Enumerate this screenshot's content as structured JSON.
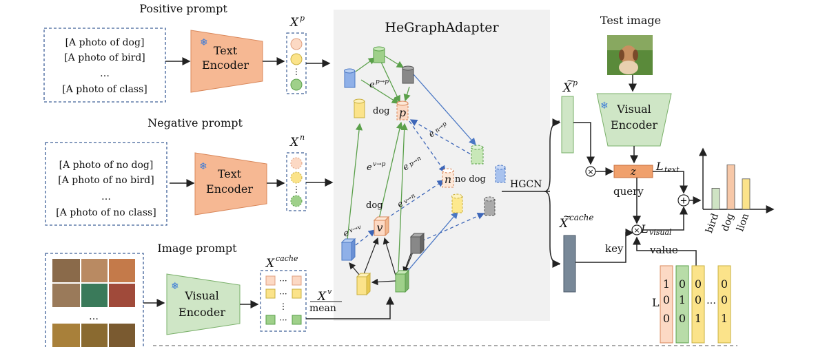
{
  "left_panel": {
    "positive": {
      "title": "Positive prompt",
      "lines": [
        "[A photo of dog]",
        "[A photo of bird]",
        "…",
        "[A photo of class]"
      ],
      "encoder": [
        "Text",
        "Encoder"
      ],
      "feature_label": "X",
      "feature_sup": "p"
    },
    "negative": {
      "title": "Negative prompt",
      "lines": [
        "[A photo of no dog]",
        "[A photo of no bird]",
        "…",
        "[A photo of no class]"
      ],
      "encoder": [
        "Text",
        "Encoder"
      ],
      "feature_label": "X",
      "feature_sup": "n"
    },
    "image": {
      "title": "Image prompt",
      "ellipsis": "…",
      "encoder": [
        "Visual",
        "Encoder"
      ],
      "feature_label": "X",
      "feature_sup": "cache",
      "xv_label": "X",
      "xv_sup": "v",
      "mean_label": "mean"
    }
  },
  "graph": {
    "title": "HeGraphAdapter",
    "nodes": {
      "p": "p",
      "n": "n",
      "v": "v"
    },
    "node_text": {
      "dog_p": "dog",
      "no_dog": "no dog",
      "dog_v": "dog"
    },
    "edges": {
      "e_p_p": {
        "base": "e",
        "sup": "p→p"
      },
      "e_n_p": {
        "base": "e",
        "sup": "n→p"
      },
      "e_v_p": {
        "base": "e",
        "sup": "v→p"
      },
      "e_p_n": {
        "base": "e",
        "sup": "p→n"
      },
      "e_v_n": {
        "base": "e",
        "sup": "v→n"
      },
      "e_v_v": {
        "base": "e",
        "sup": "v→v"
      }
    }
  },
  "right_panel": {
    "hgcn": "HGCN",
    "test_image_title": "Test image",
    "visual_encoder": [
      "Visual",
      "Encoder"
    ],
    "xp_tilde": {
      "base": "X",
      "sup": "p"
    },
    "xcache_tilde": {
      "base": "X",
      "sup": "cache"
    },
    "z": "z",
    "l_text": {
      "base": "L",
      "sub": "text"
    },
    "l_visual": {
      "base": "L",
      "sub": "visual"
    },
    "query": "query",
    "key": "key",
    "value": "value",
    "L": "L",
    "matrix": {
      "col1": [
        "1",
        "0",
        "0"
      ],
      "col2": [
        "0",
        "1",
        "0"
      ],
      "col3": [
        "0",
        "0",
        "1"
      ],
      "col_last": [
        "0",
        "0",
        "1"
      ],
      "ellipsis": "…"
    }
  },
  "chart_data": {
    "type": "bar",
    "categories": [
      "bird",
      "dog",
      "lion"
    ],
    "values": [
      0.45,
      0.95,
      0.65
    ],
    "colors": [
      "#cfe3c4",
      "#f7c8a8",
      "#fbe38a"
    ]
  },
  "colors": {
    "text_encoder": "#f6b893",
    "visual_encoder": "#cfe6c6",
    "graph_bg": "#f1f1f1",
    "blue_dashed": "#4a77c4",
    "green_edge": "#5aa04a",
    "z_box": "#f0a06c"
  }
}
